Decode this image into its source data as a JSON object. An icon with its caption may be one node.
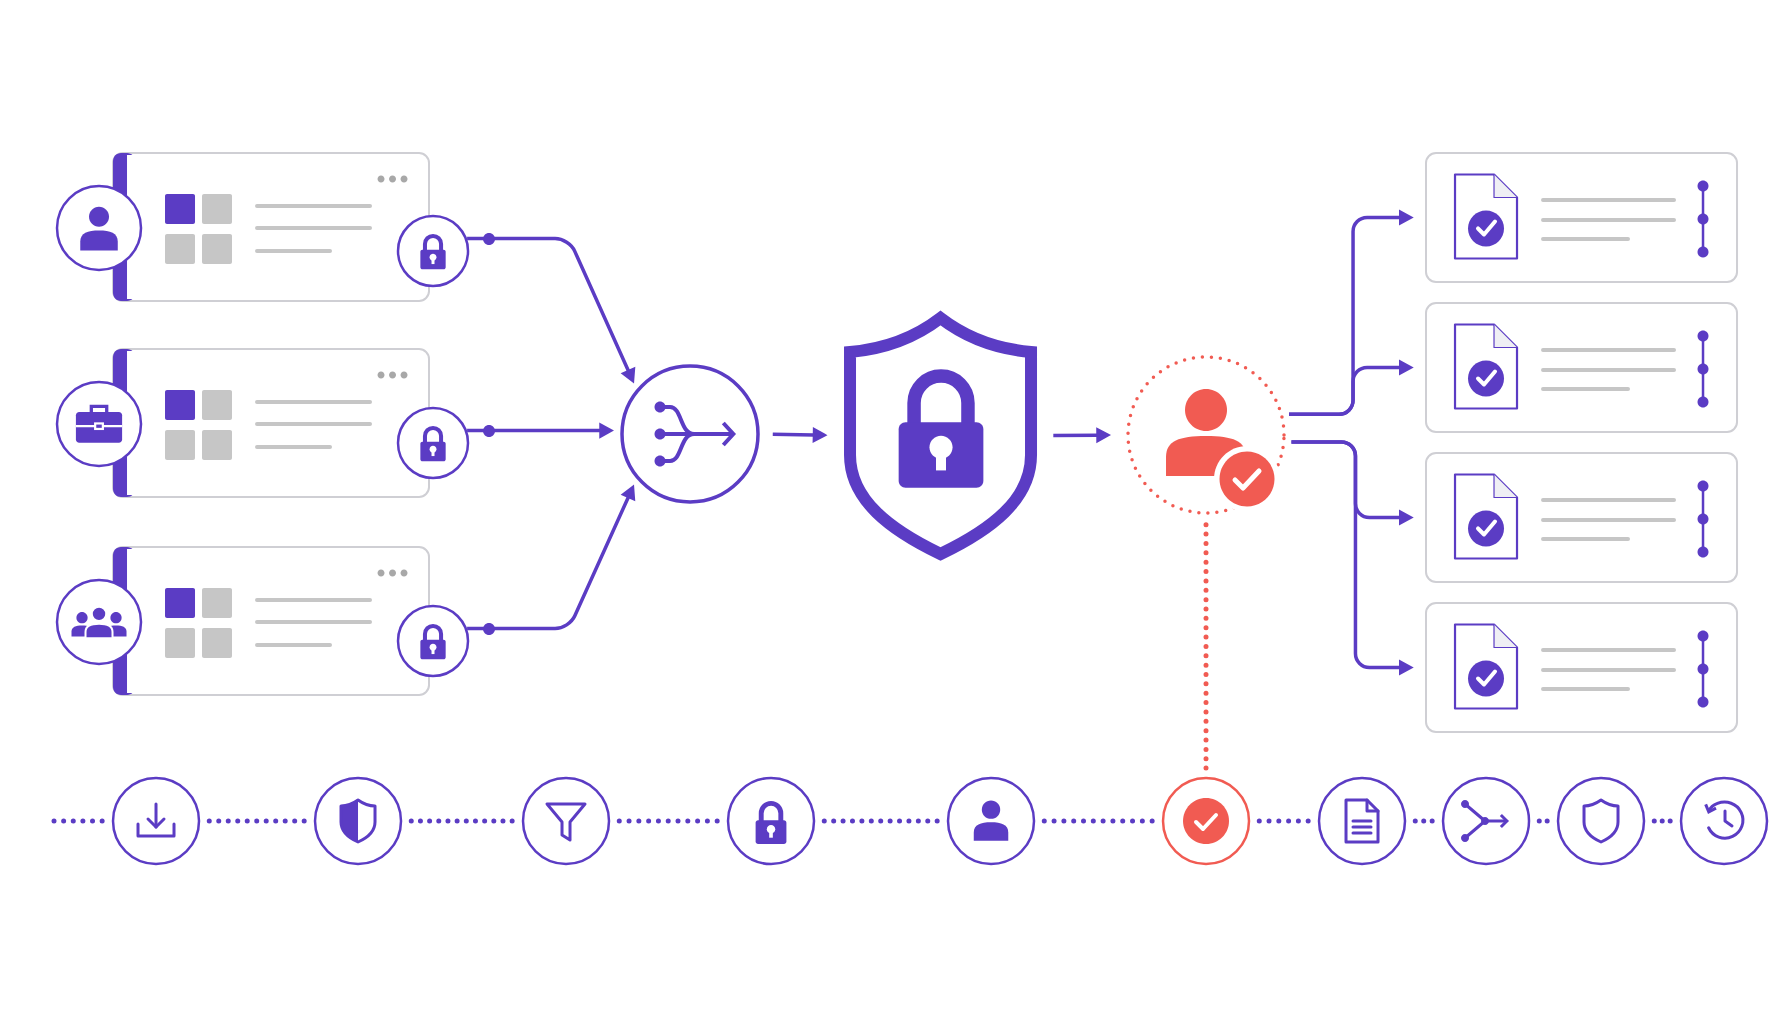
{
  "diagram": {
    "nodes": [
      {
        "text": [],
        "shape": "box"
      },
      {
        "text": [],
        "shape": "circle"
      },
      {
        "text": [],
        "shape": "box"
      },
      {
        "text": [],
        "shape": "circle"
      },
      {
        "text": [],
        "shape": "box"
      },
      {
        "text": [],
        "shape": "circle"
      },
      {
        "text": [],
        "shape": "circle"
      },
      {
        "text": [],
        "shape": "shield"
      },
      {
        "text": [],
        "shape": "circle"
      },
      {
        "text": [],
        "shape": "box"
      },
      {
        "text": [],
        "shape": "box"
      },
      {
        "text": [],
        "shape": "box"
      },
      {
        "text": [],
        "shape": "box"
      },
      {
        "text": [],
        "shape": "circle"
      },
      {
        "text": [],
        "shape": "circle"
      },
      {
        "text": [],
        "shape": "circle"
      },
      {
        "text": [],
        "shape": "circle"
      },
      {
        "text": [],
        "shape": "circle"
      },
      {
        "text": [],
        "shape": "circle"
      },
      {
        "text": [],
        "shape": "circle"
      },
      {
        "text": [],
        "shape": "circle"
      },
      {
        "text": [],
        "shape": "circle"
      },
      {
        "text": [],
        "shape": "circle"
      }
    ],
    "edges": [
      {
        "from": 1,
        "to": 6,
        "arrow": "to"
      },
      {
        "from": 3,
        "to": 6,
        "arrow": "to"
      },
      {
        "from": 5,
        "to": 6,
        "arrow": "to"
      },
      {
        "from": 6,
        "to": 7,
        "arrow": "to"
      },
      {
        "from": 7,
        "to": 8,
        "arrow": "to"
      },
      {
        "from": 8,
        "to": 9,
        "arrow": "to"
      },
      {
        "from": 8,
        "to": 10,
        "arrow": "to"
      },
      {
        "from": 8,
        "to": 11,
        "arrow": "to"
      },
      {
        "from": 8,
        "to": 12,
        "arrow": "to"
      },
      {
        "from": 8,
        "to": 18,
        "arrow": "none",
        "style": "dashed",
        "color": "#f15b52"
      },
      {
        "from": null,
        "to": 13,
        "arrow": "none",
        "style": "dashed"
      },
      {
        "from": 13,
        "to": 14,
        "arrow": "none",
        "style": "dashed"
      },
      {
        "from": 14,
        "to": 15,
        "arrow": "none",
        "style": "dashed"
      },
      {
        "from": 15,
        "to": 16,
        "arrow": "none",
        "style": "dashed"
      },
      {
        "from": 16,
        "to": 17,
        "arrow": "none",
        "style": "dashed"
      },
      {
        "from": 17,
        "to": 18,
        "arrow": "none",
        "style": "dashed"
      },
      {
        "from": 18,
        "to": 19,
        "arrow": "none",
        "style": "dashed"
      },
      {
        "from": 19,
        "to": 20,
        "arrow": "none",
        "style": "dashed"
      },
      {
        "from": 20,
        "to": 21,
        "arrow": "none",
        "style": "dashed"
      },
      {
        "from": 21,
        "to": 22,
        "arrow": "none",
        "style": "dashed"
      }
    ]
  }
}
